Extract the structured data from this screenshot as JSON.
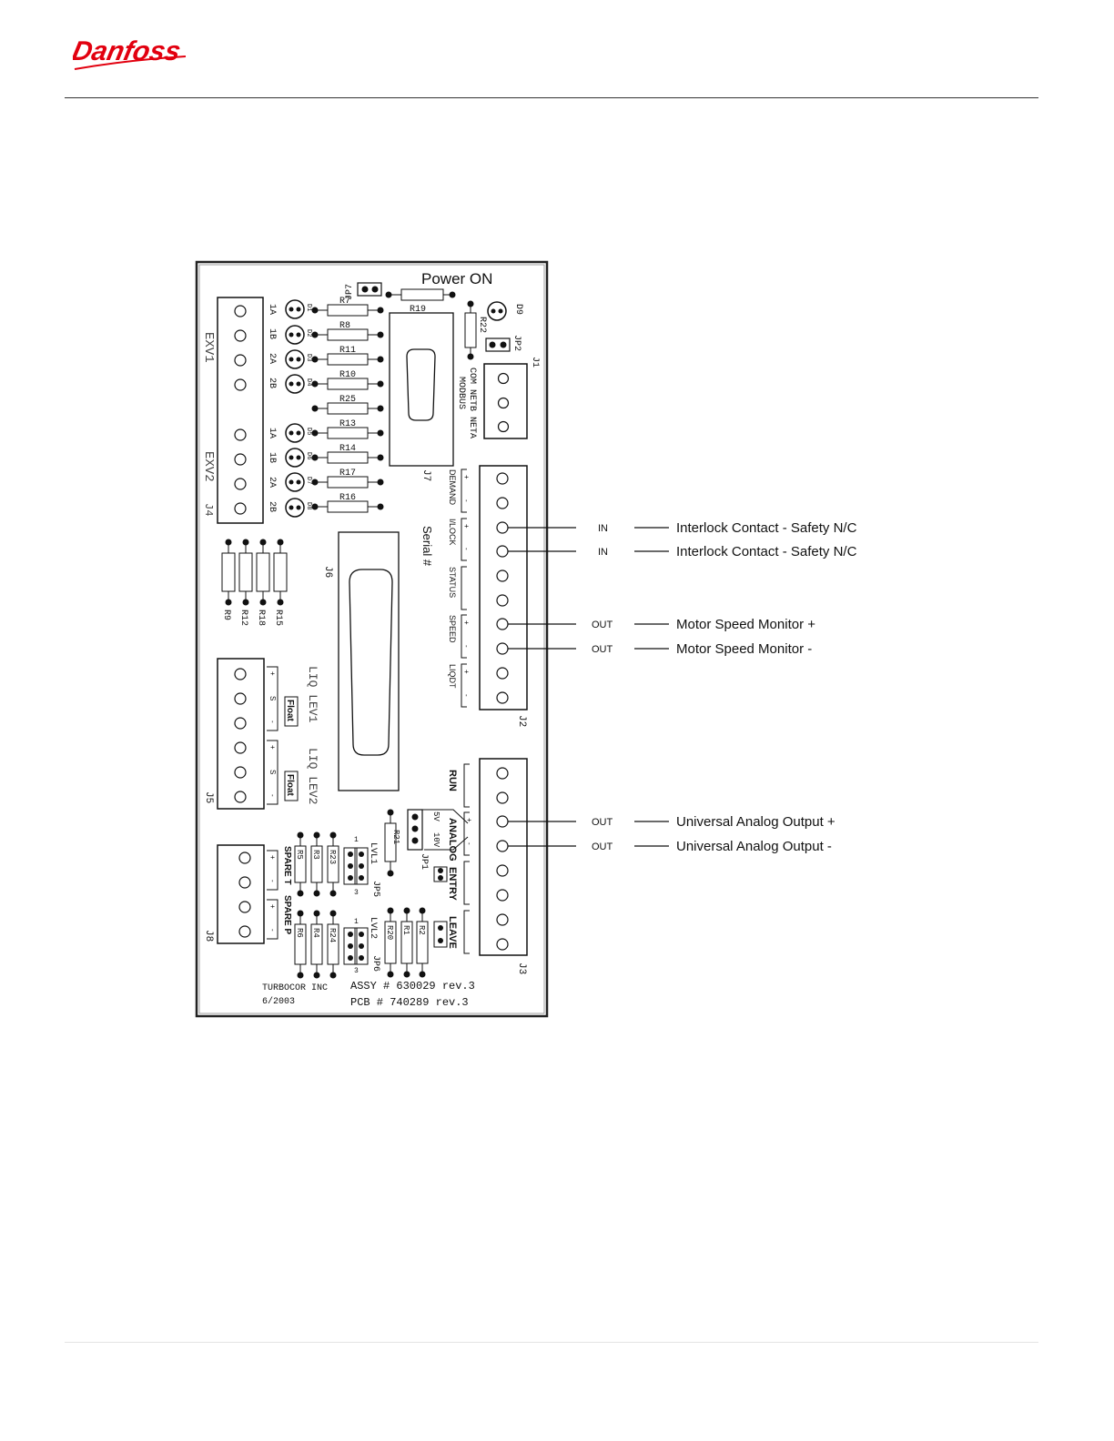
{
  "brand": {
    "logo_text": "Danfoss",
    "color": "#e2000f"
  },
  "board": {
    "power_label": "Power ON",
    "serial_label": "Serial #",
    "mfr": "TURBOCOR INC",
    "date": "6/2003",
    "assy": "ASSY # 630029 rev.3",
    "pcb": "PCB # 740289 rev.3",
    "exv1": "EXV1",
    "exv2": "EXV2",
    "j4": "J4",
    "j6": "J6",
    "j7": "J7",
    "j1": "J1",
    "j2": "J2",
    "j3": "J3",
    "j5": "J5",
    "j8": "J8",
    "jp7": "JP7",
    "jp2": "JP2",
    "jp1": "JP1",
    "jp5": "JP5",
    "jp6": "JP6",
    "d9": "D9",
    "r19": "R19",
    "r22": "R22",
    "r21": "R21",
    "modbus": "MODBUS",
    "modbus_pins": "COM NETB NETA",
    "resistors_top": [
      "R7",
      "R8",
      "R11",
      "R10",
      "R25",
      "R13",
      "R14",
      "R17",
      "R16"
    ],
    "resistors_left": [
      "R9",
      "R12",
      "R18",
      "R15"
    ],
    "pin_labels": [
      "1A",
      "1B",
      "2A",
      "2B",
      "1A",
      "1B",
      "2A",
      "2B"
    ],
    "diodes": [
      "D1",
      "D2",
      "D3",
      "D4",
      "D5",
      "D6",
      "D7",
      "D8"
    ],
    "liq_lev1": "LIQ LEV1",
    "liq_lev2": "LIQ LEV2",
    "float": "Float",
    "spare_t": "SPARE T",
    "spare_p": "SPARE P",
    "lvl1": "LVL1",
    "lvl2": "LVL2",
    "res_spare_t": [
      "R5",
      "R3",
      "R23"
    ],
    "res_spare_p": [
      "R6",
      "R4",
      "R24"
    ],
    "res_leave": [
      "R20",
      "R1",
      "R2"
    ],
    "j2_groups": [
      "DEMAND",
      "I/LOCK",
      "STATUS",
      "SPEED",
      "LIQDT"
    ],
    "j3_groups": [
      "RUN",
      "ANALOG",
      "ENTRY",
      "LEAVE"
    ],
    "jp1_opts": [
      "5V",
      "10V"
    ],
    "plus": "+",
    "minus": "-",
    "s": "S",
    "one": "1",
    "three": "3"
  },
  "callouts": [
    {
      "dir": "IN",
      "label": "Interlock Contact - Safety N/C"
    },
    {
      "dir": "IN",
      "label": "Interlock Contact - Safety N/C"
    },
    {
      "dir": "OUT",
      "label": "Motor Speed Monitor +"
    },
    {
      "dir": "OUT",
      "label": "Motor Speed Monitor -"
    },
    {
      "dir": "OUT",
      "label": "Universal Analog Output +"
    },
    {
      "dir": "OUT",
      "label": "Universal Analog Output -"
    }
  ]
}
